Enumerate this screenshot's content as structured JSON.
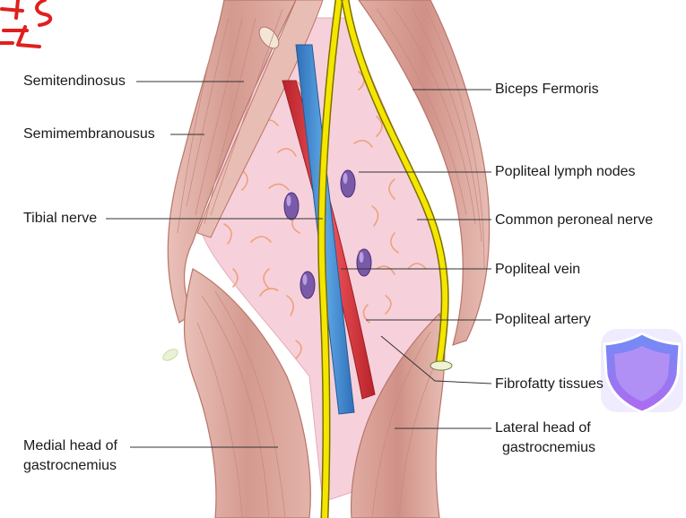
{
  "diagram": {
    "labels_left": [
      {
        "key": "semitendinosus",
        "text": "Semitendinosus"
      },
      {
        "key": "semimembranousus",
        "text": "Semimembranousus"
      },
      {
        "key": "tibial_nerve",
        "text": "Tibial nerve"
      },
      {
        "key": "medial_head_1",
        "text": "Medial head of"
      },
      {
        "key": "medial_head_2",
        "text": "gastrocnemius"
      }
    ],
    "labels_right": [
      {
        "key": "biceps",
        "text": "Biceps Fermoris"
      },
      {
        "key": "lymph",
        "text": "Popliteal lymph nodes"
      },
      {
        "key": "peroneal",
        "text": "Common peroneal nerve"
      },
      {
        "key": "vein",
        "text": "Popliteal vein"
      },
      {
        "key": "artery",
        "text": "Popliteal artery"
      },
      {
        "key": "fibro",
        "text": "Fibrofatty tissues"
      },
      {
        "key": "lateral_1",
        "text": "Lateral head of"
      },
      {
        "key": "lateral_2",
        "text": "gastrocnemius"
      }
    ],
    "colors": {
      "muscle": "#d9a096",
      "muscle_dark": "#b8756a",
      "fat": "#f6d3dc",
      "artery": "#e03a3e",
      "vein": "#3f8fd6",
      "nerve": "#f5e600",
      "node": "#7a5aa8",
      "annotation": "#e0201e",
      "badge": "#8a6cf0"
    }
  }
}
